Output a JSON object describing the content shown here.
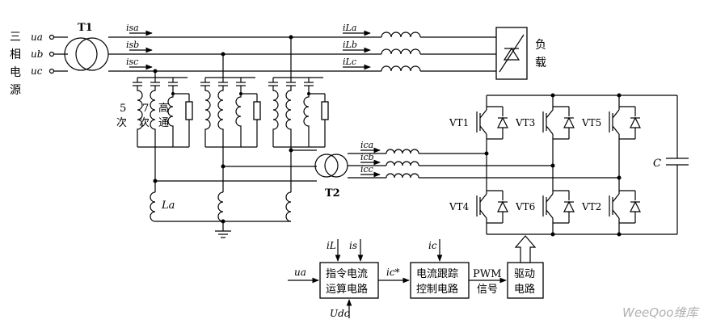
{
  "source": {
    "label_line1": "三",
    "label_line2": "相",
    "label_line3": "电",
    "label_line4": "源",
    "phase_a": "ua",
    "phase_b": "ub",
    "phase_c": "uc"
  },
  "transformer1": {
    "label": "T1"
  },
  "transformer2": {
    "label": "T2"
  },
  "currents": {
    "isa": "isa",
    "isb": "isb",
    "isc": "isc",
    "iLa": "iLa",
    "iLb": "iLb",
    "iLc": "iLc",
    "ica": "ica",
    "icb": "icb",
    "icc": "icc"
  },
  "load": {
    "line1": "负",
    "line2": "载"
  },
  "filters": {
    "fifth_1": "5",
    "fifth_2": "次",
    "seventh_1": "7",
    "seventh_2": "次",
    "hp_1": "高",
    "hp_2": "通"
  },
  "inductor": {
    "label": "La"
  },
  "capacitor": {
    "label": "C"
  },
  "switches": {
    "vt1": "VT1",
    "vt3": "VT3",
    "vt5": "VT5",
    "vt4": "VT4",
    "vt6": "VT6",
    "vt2": "VT2"
  },
  "blocks": {
    "cmd_line1": "指令电流",
    "cmd_line2": "运算电路",
    "track_line1": "电流跟踪",
    "track_line2": "控制电路",
    "pwm_line1": "PWM",
    "pwm_line2": "信号",
    "drive_line1": "驱动",
    "drive_line2": "电路"
  },
  "control_signals": {
    "iL": "iL",
    "is": "is",
    "ic": "ic",
    "ic_star": "ic*",
    "ua": "ua",
    "udc": "Udc"
  },
  "watermark": "WeeQoo维库"
}
